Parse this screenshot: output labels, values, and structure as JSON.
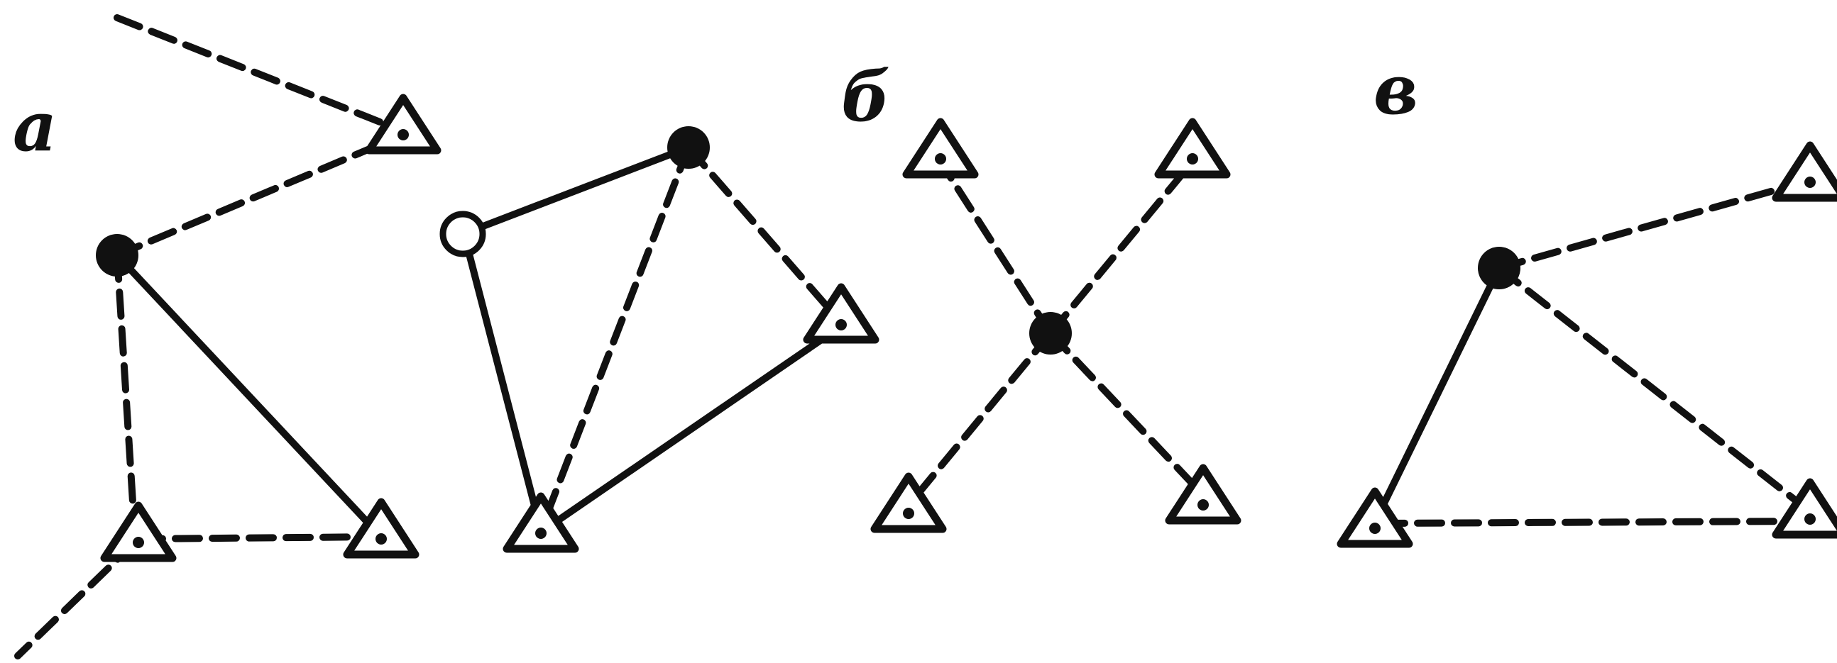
{
  "labels": {
    "a": "а",
    "b": "б",
    "c": "в"
  },
  "colors": {
    "ink": "#111111",
    "paper": "#ffffff"
  },
  "marker_types": {
    "triangle": "station-triangle-icon",
    "filled": "filled-point-icon",
    "open": "open-point-icon"
  }
}
